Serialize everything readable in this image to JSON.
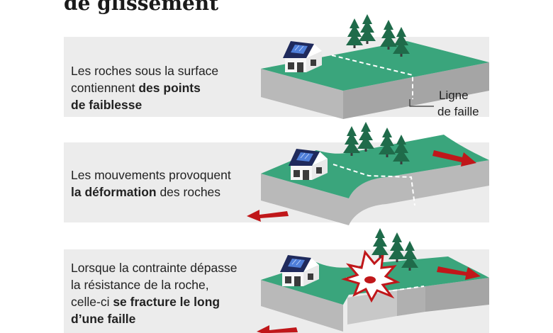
{
  "header": {
    "title_fragment": "de glissement"
  },
  "panels": [
    {
      "line1": "Les roches sous la surface",
      "line2_pre": "contiennent ",
      "line2_bold": "des points",
      "line3_bold": "de faiblesse"
    },
    {
      "line1": "Les mouvements provoquent",
      "line2_bold": "la déformation",
      "line2_post": " des roches"
    },
    {
      "line1": "Lorsque la contrainte dépasse",
      "line2": "la résistance de la roche,",
      "line3_pre": "celle-ci ",
      "line3_bold": "se fracture le long",
      "line4_bold": "d’une faille"
    }
  ],
  "fault_label": {
    "line1": "Ligne",
    "line2": "de faille"
  },
  "colors": {
    "grass": "#3aa57c",
    "rock": "#b9b9b9",
    "rock_dark": "#9c9c9c",
    "arrow": "#c0171a",
    "panel": "#ececec",
    "house_roof": "#1f2a5c",
    "tree": "#1f6b4a"
  }
}
